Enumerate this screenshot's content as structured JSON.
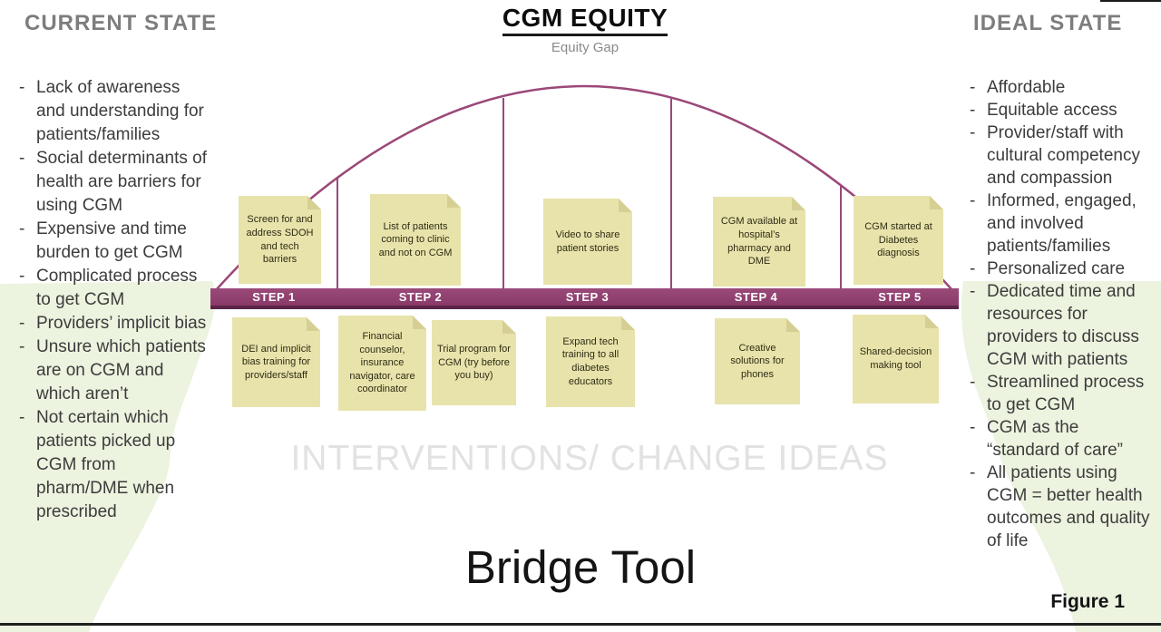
{
  "title": {
    "main": "CGM EQUITY",
    "subtitle": "Equity Gap"
  },
  "current_state": {
    "heading": "CURRENT STATE",
    "items": [
      "Lack of awareness and understanding for patients/families",
      "Social determinants of health are barriers for using CGM",
      "Expensive and time burden to get CGM",
      "Complicated process to get CGM",
      "Providers’ implicit bias",
      "Unsure which patients are on CGM and which aren’t",
      "Not certain which patients picked up CGM from pharm/DME when prescribed"
    ]
  },
  "ideal_state": {
    "heading": "IDEAL STATE",
    "items": [
      "Affordable",
      "Equitable access",
      "Provider/staff with cultural competency and compassion",
      "Informed, engaged, and involved patients/families",
      "Personalized care",
      "Dedicated time and resources for providers to discuss CGM with patients",
      "Streamlined process to get CGM",
      "CGM as the “standard of care”",
      "All patients using CGM = better health outcomes and quality of life"
    ]
  },
  "bridge": {
    "steps": [
      "STEP 1",
      "STEP 2",
      "STEP 3",
      "STEP 4",
      "STEP 5"
    ],
    "top_notes": [
      "Screen for and address SDOH and tech barriers",
      "List of patients coming to clinic and not on CGM",
      "Video to share patient stories",
      "CGM available at hospital’s pharmacy and DME",
      "CGM started at Diabetes diagnosis"
    ],
    "bottom_notes": [
      "DEI and implicit bias training for providers/staff",
      "Financial counselor, insurance navigator, care coordinator",
      "Trial program for CGM (try before you buy)",
      "Expand tech training to all diabetes educators",
      "Creative solutions for phones",
      "Shared-decision making tool"
    ]
  },
  "watermark": "INTERVENTIONS/ CHANGE IDEAS",
  "footer": {
    "tool_label": "Bridge Tool",
    "figure_label": "Figure 1"
  },
  "colors": {
    "bar_purple": "#8E3D6D",
    "arch_purple": "#9B4878",
    "note_yellow": "#E8E3AB",
    "background_green": "#ECF3DF",
    "heading_gray": "#7D7D7D",
    "watermark_gray": "#E2E2E2"
  }
}
